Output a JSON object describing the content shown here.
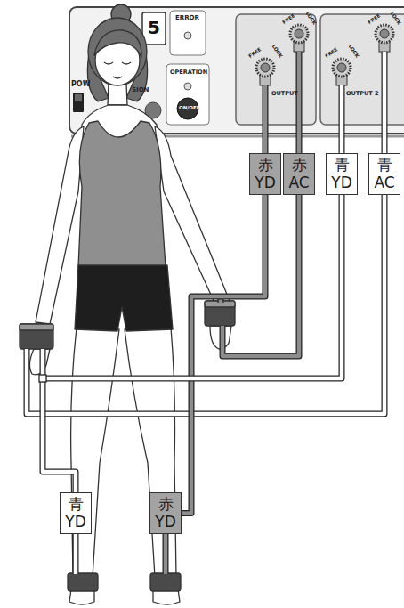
{
  "diagram": {
    "nodes": [
      {
        "text": [
          "赤 YD"
        ]
      },
      {
        "text": [
          "赤 AC"
        ]
      },
      {
        "text": [
          "青 YD"
        ]
      },
      {
        "text": [
          "青 AC"
        ]
      },
      {
        "text": [
          "青 YD"
        ]
      },
      {
        "text": [
          "赤 YD"
        ]
      }
    ],
    "edges": [
      {
        "from": 0,
        "to": 5,
        "arrow": "none"
      },
      {
        "from": 2,
        "to": 4,
        "arrow": "none"
      }
    ],
    "labels": [
      "5",
      "ERROR",
      "POW",
      "OPERATION",
      "SION",
      "ON/OFF",
      "FREE",
      "LOCK",
      "OUTPUT",
      "FREE",
      "LOCK",
      "FREE",
      "LOCK",
      "OUTPUT 2",
      "FREE",
      "LOCK"
    ]
  }
}
